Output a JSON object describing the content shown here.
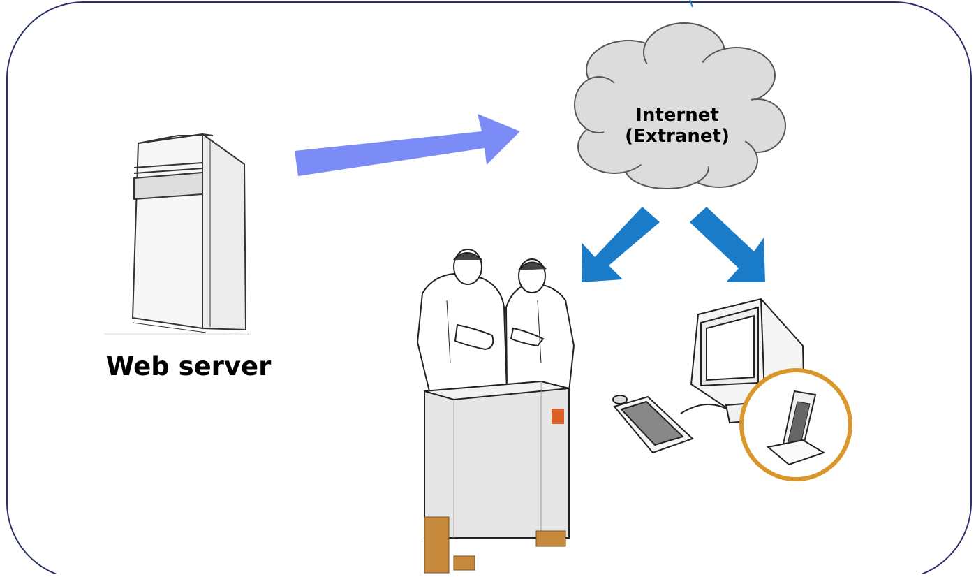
{
  "labels": {
    "web_server": "Web server",
    "cloud_line1": "Internet",
    "cloud_line2": "(Extranet)"
  },
  "icons": {
    "server": "server-tower-icon",
    "cloud": "cloud-icon",
    "workers": "workers-with-crate-icon",
    "computer": "desktop-computer-icon",
    "handheld": "handheld-terminal-icon"
  },
  "colors": {
    "frame_border": "#2b2f6b",
    "main_arrow": "#7b8cf7",
    "split_arrows": "#1a7cc9",
    "cloud_fill": "#dcdcdc",
    "cloud_stroke": "#555555",
    "circle_ring": "#d9962a",
    "pallet": "#c78a3c",
    "box_fill": "#e6e6e6",
    "box_label": "#d9622b"
  }
}
